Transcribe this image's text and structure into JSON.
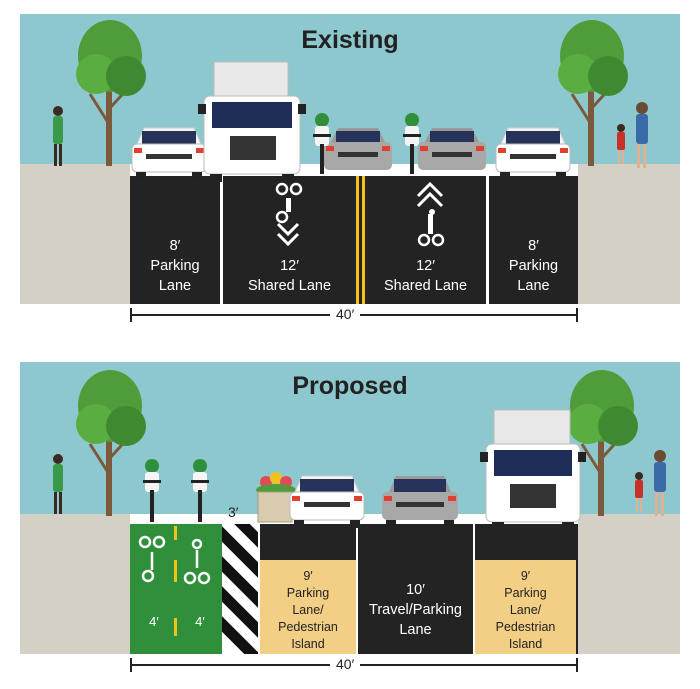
{
  "existing": {
    "title": "Existing",
    "lanes": [
      {
        "width": "8′",
        "label_line1": "Parking",
        "label_line2": "Lane"
      },
      {
        "width": "12′",
        "label_line1": "Shared Lane"
      },
      {
        "width": "12′",
        "label_line1": "Shared Lane"
      },
      {
        "width": "8′",
        "label_line1": "Parking",
        "label_line2": "Lane"
      }
    ],
    "total_width": "40′"
  },
  "proposed": {
    "title": "Proposed",
    "bike_lane_widths": [
      "4′",
      "4′"
    ],
    "buffer_width": "3′",
    "lanes": [
      {
        "width": "9′",
        "label_line1": "Parking",
        "label_line2": "Lane/",
        "label_line3": "Pedestrian",
        "label_line4": "Island"
      },
      {
        "width": "10′",
        "label_line1": "Travel/Parking",
        "label_line2": "Lane"
      },
      {
        "width": "9′",
        "label_line1": "Parking",
        "label_line2": "Lane/",
        "label_line3": "Pedestrian",
        "label_line4": "Island"
      }
    ],
    "total_width": "40′"
  },
  "colors": {
    "sky": "#8ec8cf",
    "sidewalk": "#d5d0c6",
    "pavement": "#232323",
    "bike_lane": "#2f8f3a",
    "island": "#f3cf86",
    "center_line": "#f2c21b"
  }
}
